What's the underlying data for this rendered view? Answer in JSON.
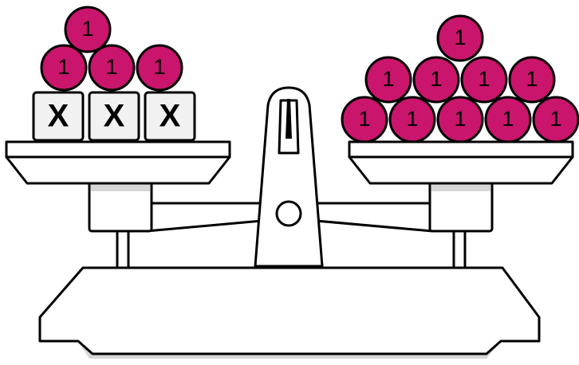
{
  "colors": {
    "unit_fill": "#c9156b",
    "unit_stroke": "#000000",
    "box_fill": "#f1f1f1",
    "scale_fill": "#ffffff",
    "shadow": "#d6d6d6",
    "line": "#000000"
  },
  "left_pan": {
    "variable_label": "X",
    "variable_count": 3,
    "unit_label": "1",
    "unit_count": 4
  },
  "right_pan": {
    "unit_label": "1",
    "unit_count": 10
  },
  "equation_state": "balanced"
}
